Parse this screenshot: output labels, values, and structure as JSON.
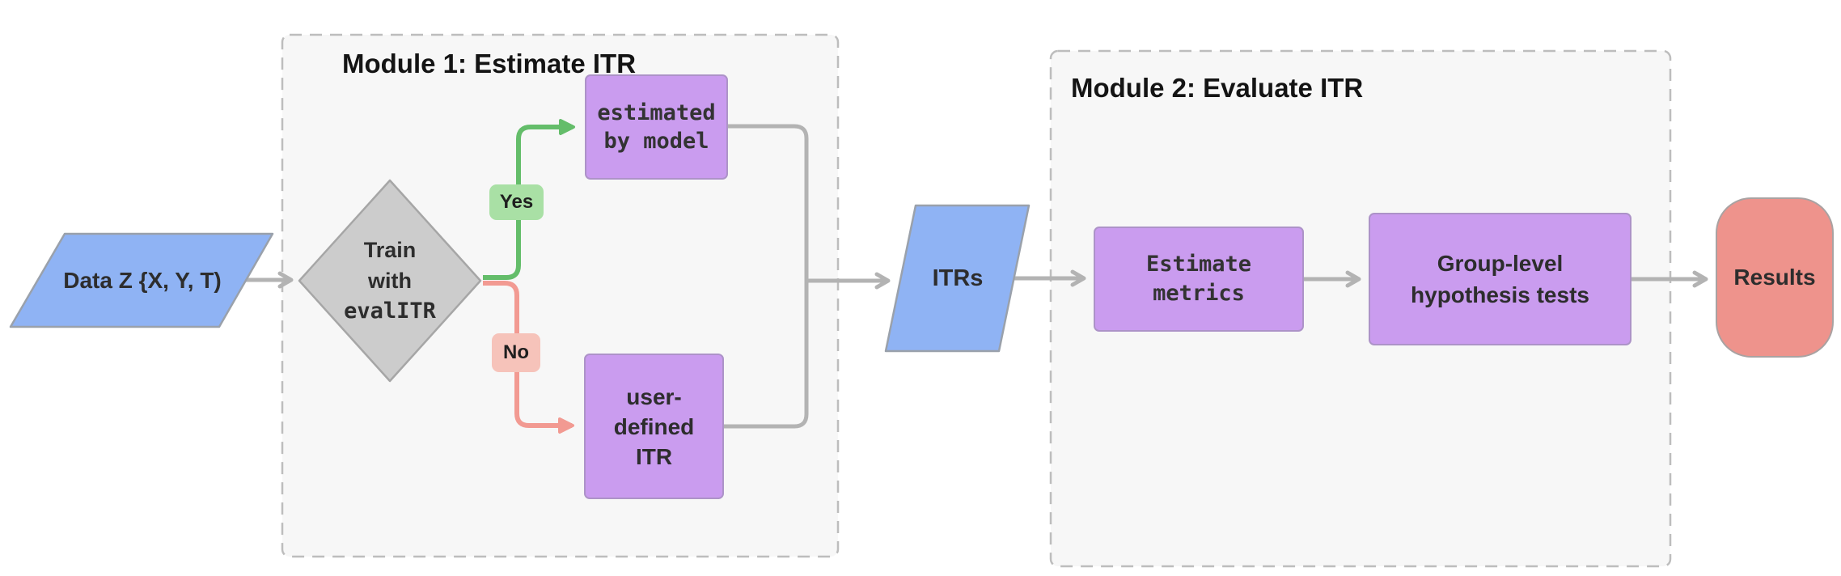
{
  "diagram": {
    "module1": {
      "title": "Module 1: Estimate ITR"
    },
    "module2": {
      "title": "Module 2: Evaluate ITR"
    },
    "nodes": {
      "data_input": {
        "label": "Data Z {X, Y, T)"
      },
      "train": {
        "line1": "Train",
        "line2": "with",
        "line3": "evalITR"
      },
      "estimated_by_model": {
        "line1": "estimated",
        "line2": "by model"
      },
      "user_defined_itr": {
        "line1": "user-",
        "line2": "defined",
        "line3": "ITR"
      },
      "itrs": {
        "label": "ITRs"
      },
      "estimate_metrics": {
        "line1": "Estimate",
        "line2": "metrics"
      },
      "group_tests": {
        "line1": "Group-level",
        "line2": "hypothesis tests"
      },
      "results": {
        "label": "Results"
      }
    },
    "edge_labels": {
      "yes": "Yes",
      "no": "No"
    },
    "colors": {
      "blue_fill": "#8fb3f4",
      "blue_border": "#9aa1ab",
      "purple_fill": "#ca9cef",
      "purple_border": "#ad93c8",
      "gray_fill": "#cccccc",
      "gray_border": "#a6a6a6",
      "salmon_fill": "#ee938c",
      "salmon_border": "#a9a2a2",
      "yes_badge_bg": "#a9e0a5",
      "no_badge_bg": "#f6c3ba",
      "green_line": "#64bd6a",
      "red_line": "#f29a92",
      "arrow_gray": "#b3b3b3",
      "module_bg": "#f7f7f7",
      "module_border": "#bdbdbd",
      "text_dark": "#2d2d2d"
    }
  }
}
